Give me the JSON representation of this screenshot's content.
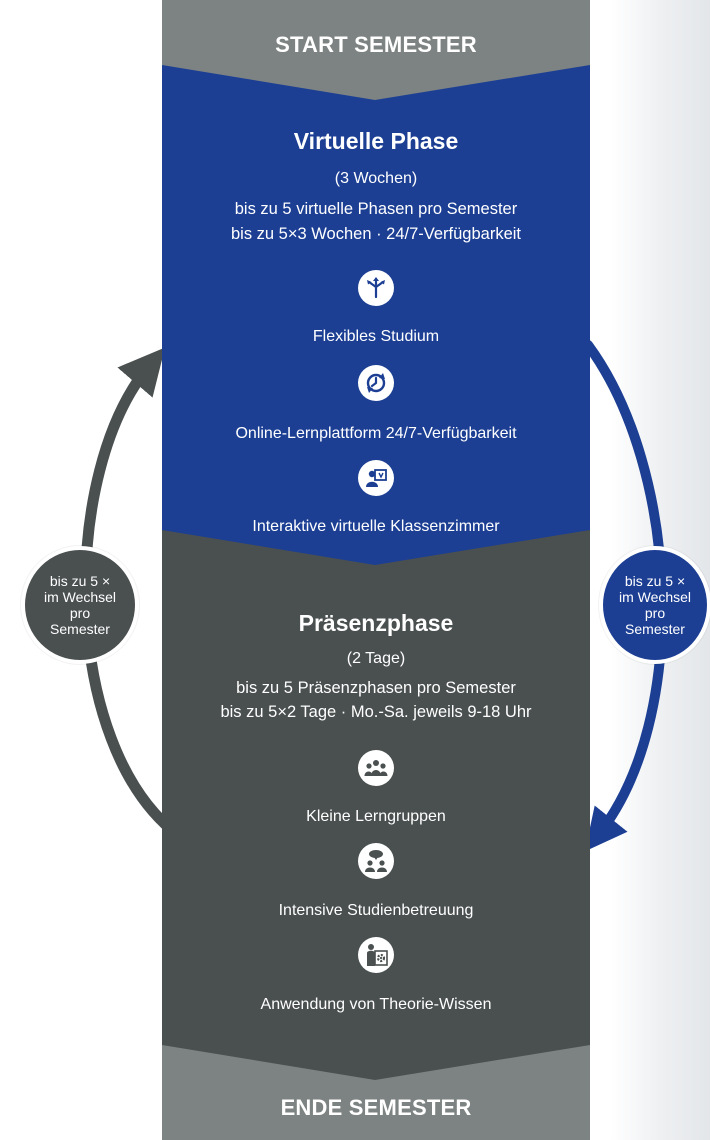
{
  "start": {
    "label": "START SEMESTER"
  },
  "end": {
    "label": "ENDE SEMESTER"
  },
  "virtual": {
    "title": "Virtuelle Phase",
    "duration": "(3 Wochen)",
    "line1": "bis zu 5 virtuelle Phasen pro Semester",
    "line2": "bis zu 5×3 Wochen · 24/7-Verfügbarkeit",
    "color": "#1c3f94",
    "items": [
      {
        "label": "Flexibles Studium",
        "icon": "flexible-directions-icon"
      },
      {
        "label": "Online-Lernplattform 24/7-Verfügbarkeit",
        "icon": "clock-cycle-icon"
      },
      {
        "label": "Interaktive virtuelle Klassenzimmer",
        "icon": "virtual-classroom-icon"
      }
    ]
  },
  "presence": {
    "title": "Präsenzphase",
    "duration": "(2 Tage)",
    "line1": "bis zu 5 Präsenzphasen pro Semester",
    "line2": "bis zu 5×2 Tage · Mo.-Sa. jeweils 9-18 Uhr",
    "color": "#4a4f4f",
    "items": [
      {
        "label": "Kleine Lerngruppen",
        "icon": "group-icon"
      },
      {
        "label": "Intensive Studienbetreuung",
        "icon": "mentoring-icon"
      },
      {
        "label": "Anwendung von Theorie-Wissen",
        "icon": "presentation-gear-icon"
      }
    ]
  },
  "cycle": {
    "left": {
      "lines": [
        "bis zu 5 ×",
        "im Wechsel",
        "pro",
        "Semester"
      ],
      "color": "#4a4f4f"
    },
    "right": {
      "lines": [
        "bis zu 5 ×",
        "im Wechsel",
        "pro",
        "Semester"
      ],
      "color": "#1c3f94"
    }
  },
  "colors": {
    "header_gray": "#7d8382",
    "blue": "#1c3f94",
    "dark_gray": "#4a4f4f"
  }
}
